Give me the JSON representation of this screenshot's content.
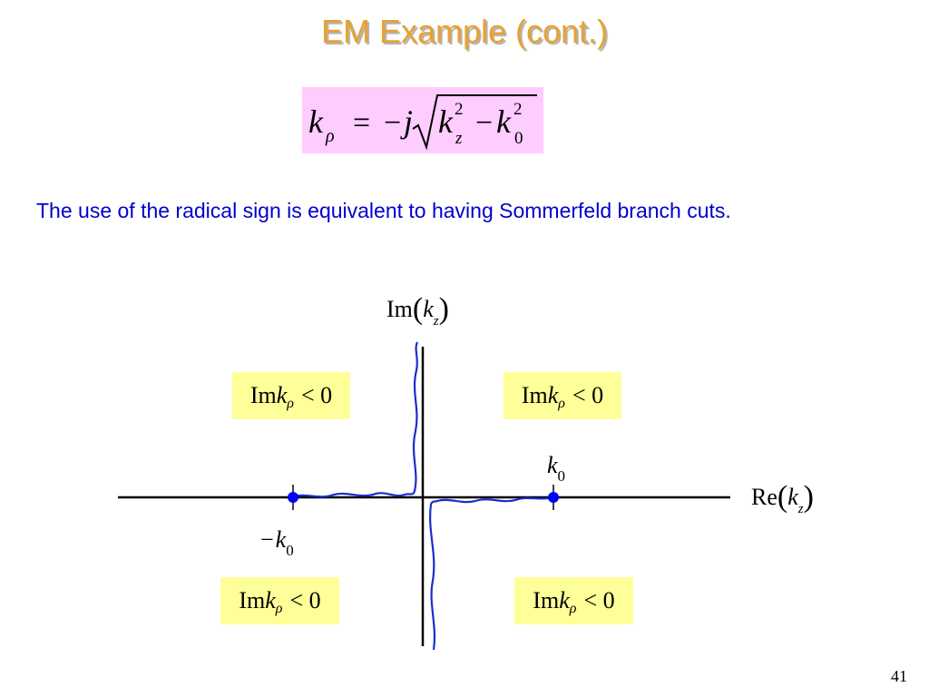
{
  "title": "EM Example (cont.)",
  "equation": {
    "lhs_var": "k",
    "lhs_sub": "ρ",
    "eq": "=",
    "minus": "−",
    "imag": "j",
    "kz_var": "k",
    "kz_sub": "z",
    "kz_sup": "2",
    "k0_var": "k",
    "k0_sub": "0",
    "k0_sup": "2"
  },
  "subtitle": "The use of the radical sign is equivalent to having Sommerfeld branch cuts.",
  "axes": {
    "imag_axis_label": {
      "fn": "Im",
      "var": "k",
      "sub": "z"
    },
    "real_axis_label": {
      "fn": "Re",
      "var": "k",
      "sub": "z"
    }
  },
  "points": {
    "positive": {
      "var": "k",
      "sub": "0"
    },
    "negative": {
      "sign": "−",
      "var": "k",
      "sub": "0"
    }
  },
  "regions": [
    {
      "fn": "Im",
      "var": "k",
      "sub": "ρ",
      "rel": "< 0"
    },
    {
      "fn": "Im",
      "var": "k",
      "sub": "ρ",
      "rel": "< 0"
    },
    {
      "fn": "Im",
      "var": "k",
      "sub": "ρ",
      "rel": "< 0"
    },
    {
      "fn": "Im",
      "var": "k",
      "sub": "ρ",
      "rel": "< 0"
    }
  ],
  "colors": {
    "title": "#e8a232",
    "subtitle": "#0000cc",
    "branch_cut": "#1a2ecc",
    "branch_point": "#0000ff",
    "equation_box": "#ffccff",
    "region_box": "#ffff99"
  },
  "slide_number": "41"
}
